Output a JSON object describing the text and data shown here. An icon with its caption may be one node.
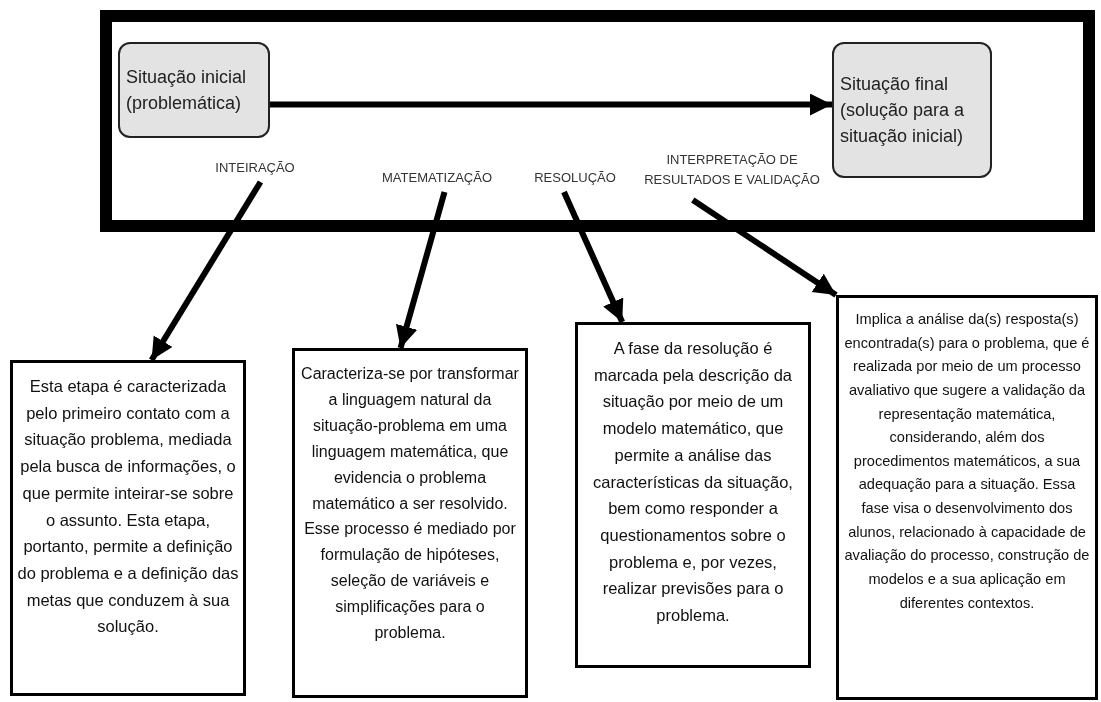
{
  "diagram": {
    "nodes": [
      {
        "text": [],
        "shape": "box"
      },
      {
        "text": [
          "Situação inicial (problemática)"
        ],
        "in": 0
      },
      {
        "text": [
          "Situação final (solução para a situação inicial)"
        ],
        "in": 0
      },
      {
        "text": [
          "INTEIRAÇÃO"
        ],
        "in": 0
      },
      {
        "text": [
          "MATEMATIZAÇÃO"
        ],
        "in": 0
      },
      {
        "text": [
          "RESOLUÇÃO"
        ],
        "in": 0
      },
      {
        "text": [
          "INTERPRETAÇÃO DE RESULTADOS E VALIDAÇÃO"
        ],
        "in": 0
      },
      {
        "text": [
          "Esta etapa é caracterizada pelo primeiro contato com a situação problema, mediada pela busca de informações, o que permite inteirar-se sobre o assunto. Esta etapa, portanto, permite a definição do problema e a definição das metas que conduzem à sua solução."
        ]
      },
      {
        "text": [
          "Caracteriza-se por transformar a linguagem natural da situação-problema em uma linguagem matemática, que evidencia o problema matemático a ser resolvido. Esse processo é mediado por formulação de hipóteses, seleção de variáveis e simplificações para o problema."
        ]
      },
      {
        "text": [
          "A fase da resolução é marcada pela descrição da situação por meio de um modelo matemático, que permite a análise das características da situação, bem como responder a questionamentos sobre o problema e, por vezes, realizar previsões para o problema."
        ]
      },
      {
        "text": [
          "Implica a análise da(s) resposta(s) encontrada(s) para o problema, que é realizada por meio de um processo avaliativo que sugere a validação da representação matemática, considerando, além dos procedimentos matemáticos, a sua adequação para a situação. Essa fase visa o desenvolvimento dos alunos, relacionado à capacidade de avaliação do processo, construção de modelos e a sua aplicação em diferentes contextos."
        ]
      }
    ],
    "edges": [
      {
        "from": 1,
        "to": 2,
        "arrow": "to"
      },
      {
        "from": 3,
        "to": 7,
        "arrow": "to"
      },
      {
        "from": 4,
        "to": 8,
        "arrow": "to"
      },
      {
        "from": 5,
        "to": 9,
        "arrow": "to"
      },
      {
        "from": 6,
        "to": 10,
        "arrow": "to"
      }
    ]
  }
}
